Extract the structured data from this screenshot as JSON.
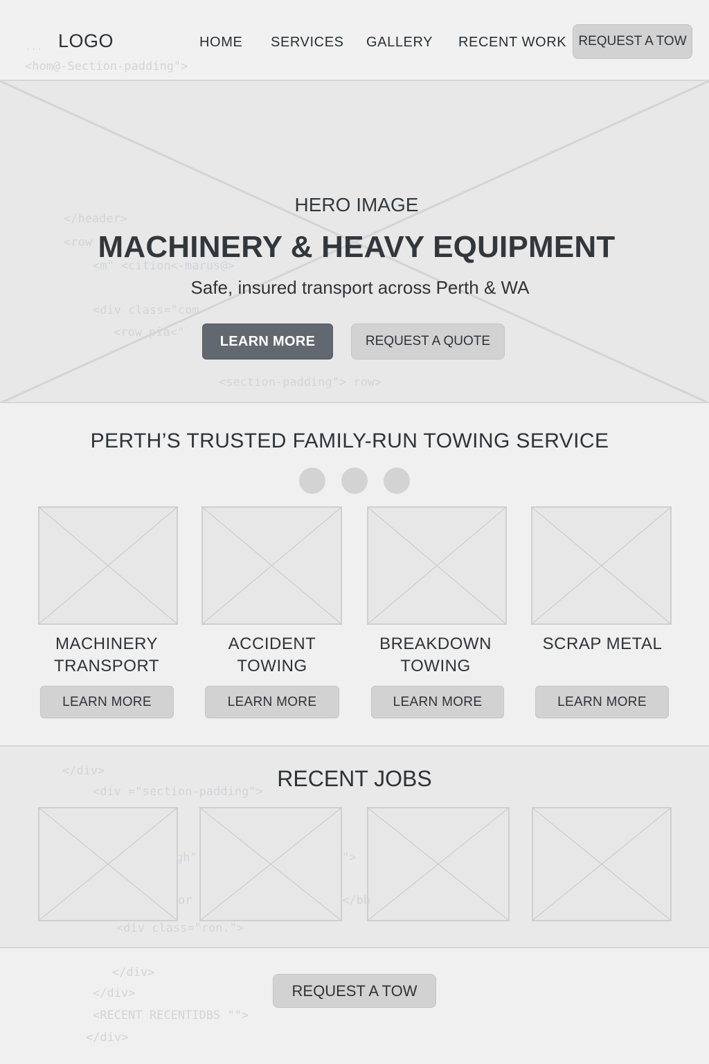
{
  "header": {
    "logo": "LOGO",
    "nav": [
      "HOME",
      "SERVICES",
      "GALLERY",
      "RECENT WORK"
    ],
    "cta": "REQUEST A TOW"
  },
  "hero": {
    "label": "HERO IMAGE",
    "title": "MACHINERY & HEAVY EQUIPMENT",
    "subtitle": "Safe, insured transport across Perth & WA",
    "primary_button": "LEARN MORE",
    "secondary_button": "REQUEST A QUOTE"
  },
  "services": {
    "title": "PERTH’S TRUSTED FAMILY-RUN TOWING SERVICE",
    "carousel_dots": 3,
    "items": [
      {
        "label": "MACHINERY\nTRANSPORT",
        "button": "LEARN MORE"
      },
      {
        "label": "ACCIDENT\nTOWING",
        "button": "LEARN MORE"
      },
      {
        "label": "BREAKDOWN\nTOWING",
        "button": "LEARN MORE"
      },
      {
        "label": "SCRAP METAL",
        "button": "LEARN MORE"
      }
    ]
  },
  "recent_jobs": {
    "title": "RECENT JOBS",
    "count": 4
  },
  "footer": {
    "cta": "REQUEST A TOW"
  },
  "code_fragments": {
    "c1": "...",
    "c2": "<hom@-Section-padding\">",
    "c3": "</header>",
    "c4": "<row",
    "c5": "<m\" <cition<-marus@>",
    "c6": "<div class=\"com",
    "c7": "<row pia<\"",
    "c8": "<section-padding\"> row>",
    "c9": "</div>",
    "c10": "<div =\"section-padding\">",
    "c11": "gh\"",
    "c12": "\">",
    "c13": "or",
    "c14": "</bb",
    "c15": "<div class=\"ron.\">",
    "c16": "</div>",
    "c17": "</div>",
    "c18": "<RECENT RECENTIDBS \"\">",
    "c19": "</div>"
  }
}
